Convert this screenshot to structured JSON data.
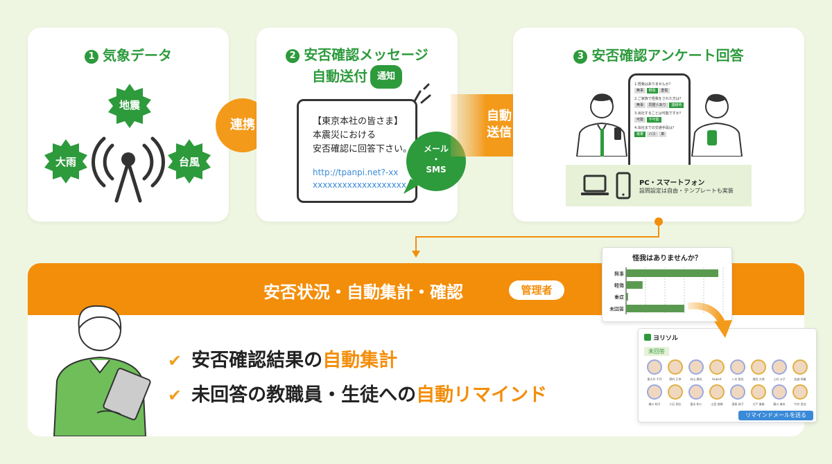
{
  "step1": {
    "num": "1",
    "title": "気象データ",
    "bursts": [
      "地震",
      "大雨",
      "台風"
    ]
  },
  "link": {
    "label": "連携"
  },
  "step2": {
    "num": "2",
    "title_line1": "安否確認メッセージ",
    "title_line2": "自動送付",
    "badge": "通知",
    "message": [
      "【東京本社の皆さま】",
      "本震災における",
      "安否確認に回答下さい。"
    ],
    "url1": "http://tpanpi.net?-xx",
    "url2": "xxxxxxxxxxxxxxxxxxx",
    "bubble_top": "メール",
    "bubble_dot": "・",
    "bubble_bottom": "SMS"
  },
  "arrow": {
    "line1": "自動",
    "line2": "送信"
  },
  "step3": {
    "num": "3",
    "title": "安否確認アンケート回答",
    "device_label": "PC・スマートフォン",
    "device_sub": "設問設定は自由・テンプレートも実装",
    "phone_q1": "1.怪我はありませんか？",
    "phone_a1": [
      "無事",
      "軽傷",
      "重傷"
    ],
    "phone_q2": "2.ご家族で怪我をされた方は？",
    "phone_a2": [
      "無事",
      "同居人あり",
      "連絡待"
    ],
    "phone_q3": "3.出社することは可能ですか？",
    "phone_a3": [
      "可能",
      "不可能"
    ],
    "phone_q4": "4.出社までの交通手段は？",
    "phone_a4": [
      "電車",
      "バス",
      "車"
    ]
  },
  "bottom": {
    "title": "安否状況・自動集計・確認",
    "badge": "管理者",
    "line1_prefix": "安否確認結果の",
    "line1_highlight": "自動集計",
    "line2_prefix": "未回答の教職員・生徒への",
    "line2_highlight": "自動リマインド",
    "check_icon": "check-icon"
  },
  "chart_panel": {
    "title": "怪我はありませんか？",
    "chart_data": {
      "type": "bar",
      "categories": [
        "無事",
        "軽傷",
        "重症",
        "未回答"
      ],
      "values": [
        95,
        17,
        2,
        60
      ],
      "xlim": [
        0,
        100
      ],
      "orientation": "horizontal",
      "color": "#5a9a50"
    }
  },
  "reminder_panel": {
    "brand": "ヨリソル",
    "section": "未回答",
    "names": [
      "東大井 千代",
      "野村 正幸",
      "向山 勝也",
      "Hubert",
      "八木 智也",
      "満田 大地",
      "上村 沙子",
      "佐渡 明美",
      "瀬川 純子",
      "小石 翔太",
      "富永 和二",
      "山室 俊樹",
      "湯島 恭子",
      "大戸 美雄",
      "藤川 麻衣",
      "竹村 里佳"
    ],
    "button": "リマインドメールを送る"
  }
}
